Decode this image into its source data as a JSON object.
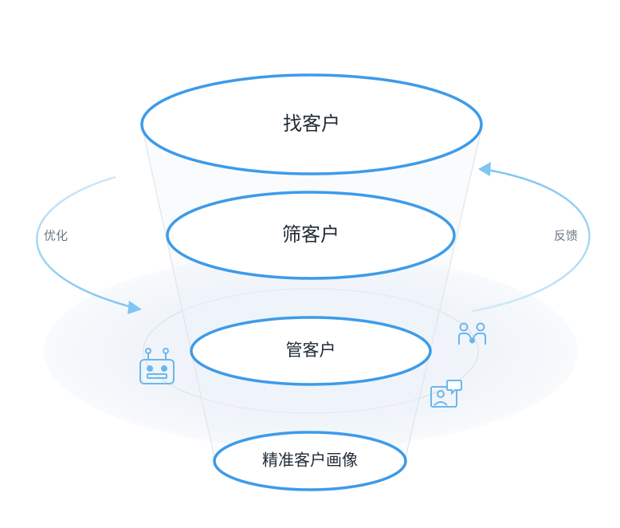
{
  "funnel": {
    "levels": [
      {
        "label": "找客户"
      },
      {
        "label": "筛客户"
      },
      {
        "label": "管客户"
      },
      {
        "label": "精准客户画像"
      }
    ]
  },
  "loop": {
    "left_label": "优化",
    "right_label": "反馈"
  },
  "icons": [
    "robot-icon",
    "people-icon",
    "profile-chat-icon"
  ],
  "colors": {
    "ring_stroke": "#3d9be9",
    "arrow": "#8fcdf3",
    "icon": "#6ab7ee",
    "platform": "#eef3f8"
  }
}
